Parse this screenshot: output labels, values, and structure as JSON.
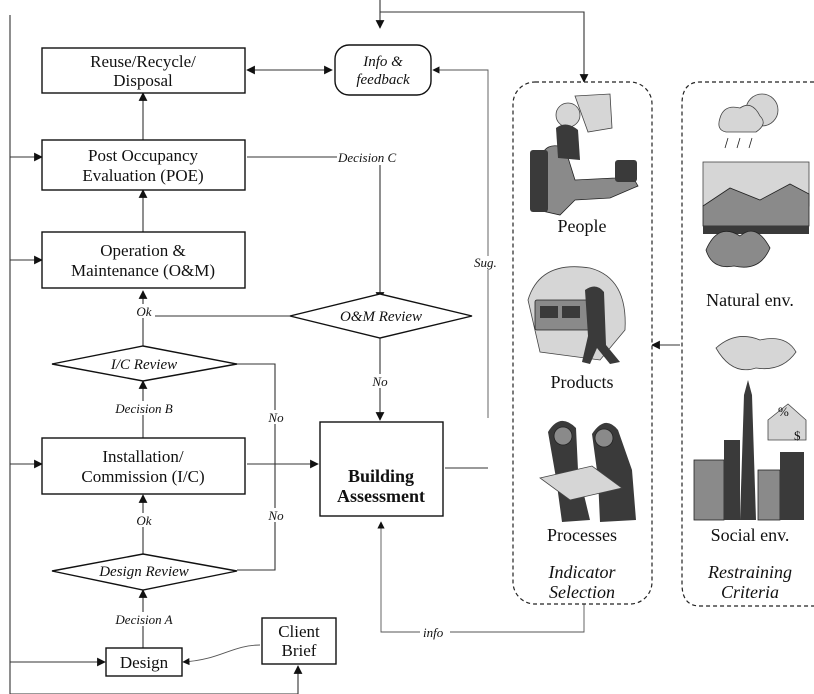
{
  "nodes": {
    "reuse": [
      "Reuse/Recycle/",
      "Disposal"
    ],
    "info_feedback": [
      "Info &",
      "feedback"
    ],
    "poe": [
      "Post Occupancy",
      "Evaluation (POE)"
    ],
    "om": [
      "Operation &",
      "Maintenance (O&M)"
    ],
    "om_review": "O&M Review",
    "ic_review": "I/C Review",
    "ic": [
      "Installation/",
      "Commission (I/C)"
    ],
    "building_assessment": [
      "Building",
      "Assessment"
    ],
    "design_review": "Design Review",
    "design": "Design",
    "client_brief": [
      "Client",
      "Brief"
    ]
  },
  "edge_labels": {
    "decision_c": "Decision C",
    "decision_b": "Decision B",
    "decision_a": "Decision A",
    "ok_top": "Ok",
    "ok_bottom": "Ok",
    "no_om": "No",
    "no_ic": "No",
    "no_design": "No",
    "sug": "Sug.",
    "info": "info"
  },
  "indicator_panel": {
    "people": "People",
    "products": "Products",
    "processes": "Processes",
    "title": [
      "Indicator",
      "Selection"
    ]
  },
  "criteria_panel": {
    "natural": "Natural env.",
    "social": "Social env.",
    "title": [
      "Restraining",
      "Criteria"
    ]
  },
  "colors": {
    "line": "#333333",
    "box_stroke": "#111111",
    "background": "#ffffff"
  }
}
